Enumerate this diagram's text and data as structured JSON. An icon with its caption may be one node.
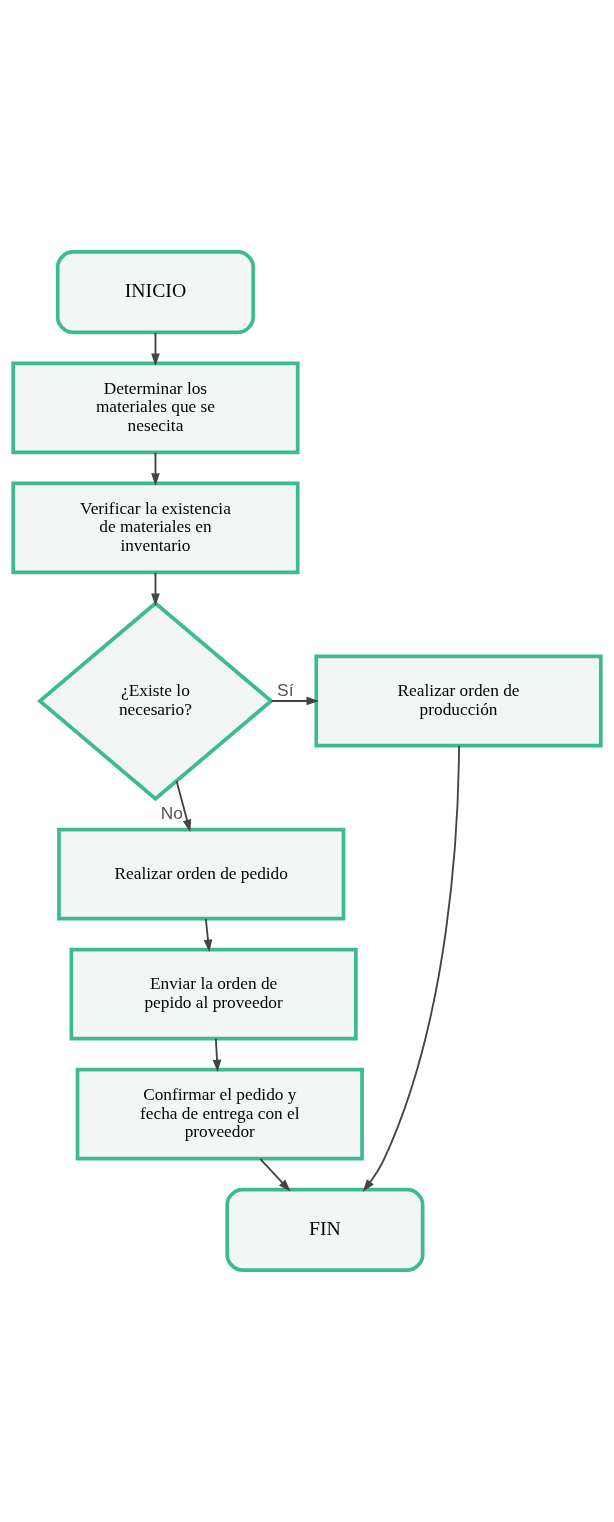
{
  "diagram": {
    "nodes": [
      {
        "text": [
          "INICIO"
        ]
      },
      {
        "text": [
          "Determinar los materiales que se nesecita"
        ]
      },
      {
        "text": [
          "Verificar la existencia de materiales en inventario"
        ]
      },
      {
        "text": [
          "¿Existe lo necesario?"
        ]
      },
      {
        "text": [
          "Realizar orden de producción"
        ]
      },
      {
        "text": [
          "Realizar orden de pedido"
        ]
      },
      {
        "text": [
          "Enviar la orden de pepido al proveedor"
        ]
      },
      {
        "text": [
          "Confirmar el pedido y fecha de entrega con el proveedor"
        ]
      },
      {
        "text": [
          "FIN"
        ]
      }
    ],
    "edges": [
      {
        "from": 0,
        "to": 1,
        "arrow": "to"
      },
      {
        "from": 1,
        "to": 2,
        "arrow": "to"
      },
      {
        "from": 2,
        "to": 3,
        "arrow": "to"
      },
      {
        "from": 3,
        "to": 4,
        "arrow": "to",
        "label": "Sí"
      },
      {
        "from": 3,
        "to": 5,
        "arrow": "to",
        "label": "No"
      },
      {
        "from": 5,
        "to": 6,
        "arrow": "to"
      },
      {
        "from": 6,
        "to": 7,
        "arrow": "to"
      },
      {
        "from": 7,
        "to": 8,
        "arrow": "to"
      },
      {
        "from": 4,
        "to": 8,
        "arrow": "to"
      }
    ]
  }
}
